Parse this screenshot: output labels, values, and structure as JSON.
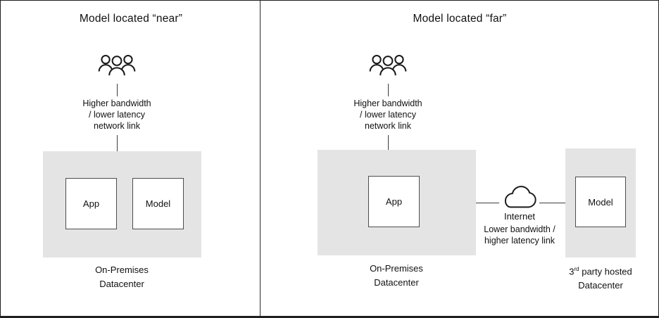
{
  "left_panel": {
    "title": "Model located “near”",
    "link_label": {
      "line1": "Higher bandwidth",
      "line2": "/ lower latency",
      "line3": "network link"
    },
    "app_box": "App",
    "model_box": "Model",
    "caption": {
      "line1": "On-Premises",
      "line2": "Datacenter"
    }
  },
  "right_panel": {
    "title": "Model located “far”",
    "link_label": {
      "line1": "Higher bandwidth",
      "line2": "/ lower latency",
      "line3": "network link"
    },
    "app_box": "App",
    "internet_label": "Internet",
    "wan_label": {
      "line1": "Lower bandwidth /",
      "line2": "higher latency link"
    },
    "model_box": "Model",
    "onprem_caption": {
      "line1": "On-Premises",
      "line2": "Datacenter"
    },
    "third_party_caption": {
      "prefix": "3",
      "sup": "rd",
      "rest": " party hosted",
      "line2": "Datacenter"
    }
  },
  "icons": {
    "users": "users-icon",
    "cloud": "cloud-icon"
  },
  "colors": {
    "datacenter_fill": "#e4e4e4",
    "box_border": "#4d4d4d",
    "line": "#3d3d3d",
    "frame": "#1f1f1f"
  }
}
